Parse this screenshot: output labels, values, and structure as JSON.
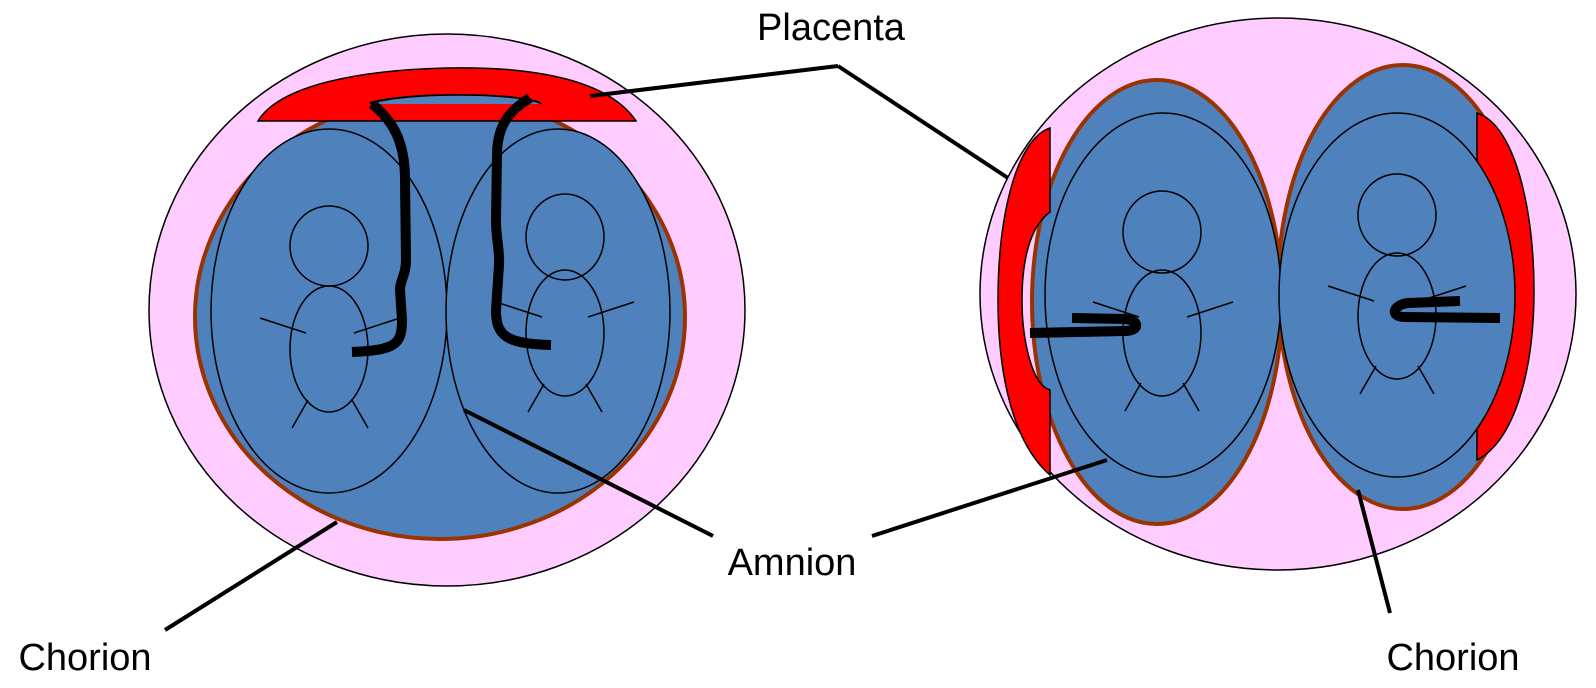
{
  "labels": {
    "placenta": "Placenta",
    "amnion": "Amnion",
    "chorion_left": "Chorion",
    "chorion_right": "Chorion"
  },
  "colors": {
    "background": "#ffffff",
    "decidua_pink": "#ffccff",
    "amnion_blue": "#4f81bd",
    "chorion_brown": "#993300",
    "placenta_red": "#ff0000",
    "outline": "#000000"
  }
}
